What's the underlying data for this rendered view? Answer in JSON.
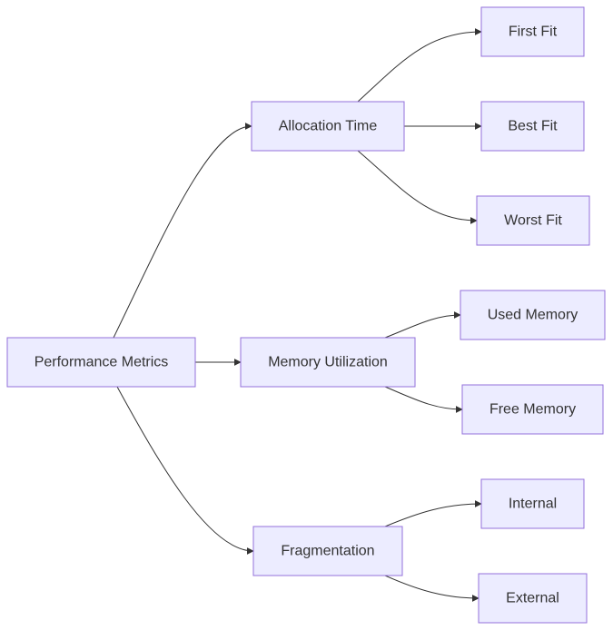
{
  "colors": {
    "node_fill": "#ECECFF",
    "node_border": "#9370DB",
    "edge": "#333333",
    "text": "#333333"
  },
  "nodes": {
    "root": {
      "label": "Performance Metrics"
    },
    "allocation_time": {
      "label": "Allocation Time"
    },
    "memory_utilization": {
      "label": "Memory Utilization"
    },
    "fragmentation": {
      "label": "Fragmentation"
    },
    "first_fit": {
      "label": "First Fit"
    },
    "best_fit": {
      "label": "Best Fit"
    },
    "worst_fit": {
      "label": "Worst Fit"
    },
    "used_memory": {
      "label": "Used Memory"
    },
    "free_memory": {
      "label": "Free Memory"
    },
    "internal": {
      "label": "Internal"
    },
    "external": {
      "label": "External"
    }
  },
  "edges": [
    {
      "from": "root",
      "to": "allocation_time"
    },
    {
      "from": "root",
      "to": "memory_utilization"
    },
    {
      "from": "root",
      "to": "fragmentation"
    },
    {
      "from": "allocation_time",
      "to": "first_fit"
    },
    {
      "from": "allocation_time",
      "to": "best_fit"
    },
    {
      "from": "allocation_time",
      "to": "worst_fit"
    },
    {
      "from": "memory_utilization",
      "to": "used_memory"
    },
    {
      "from": "memory_utilization",
      "to": "free_memory"
    },
    {
      "from": "fragmentation",
      "to": "internal"
    },
    {
      "from": "fragmentation",
      "to": "external"
    }
  ]
}
